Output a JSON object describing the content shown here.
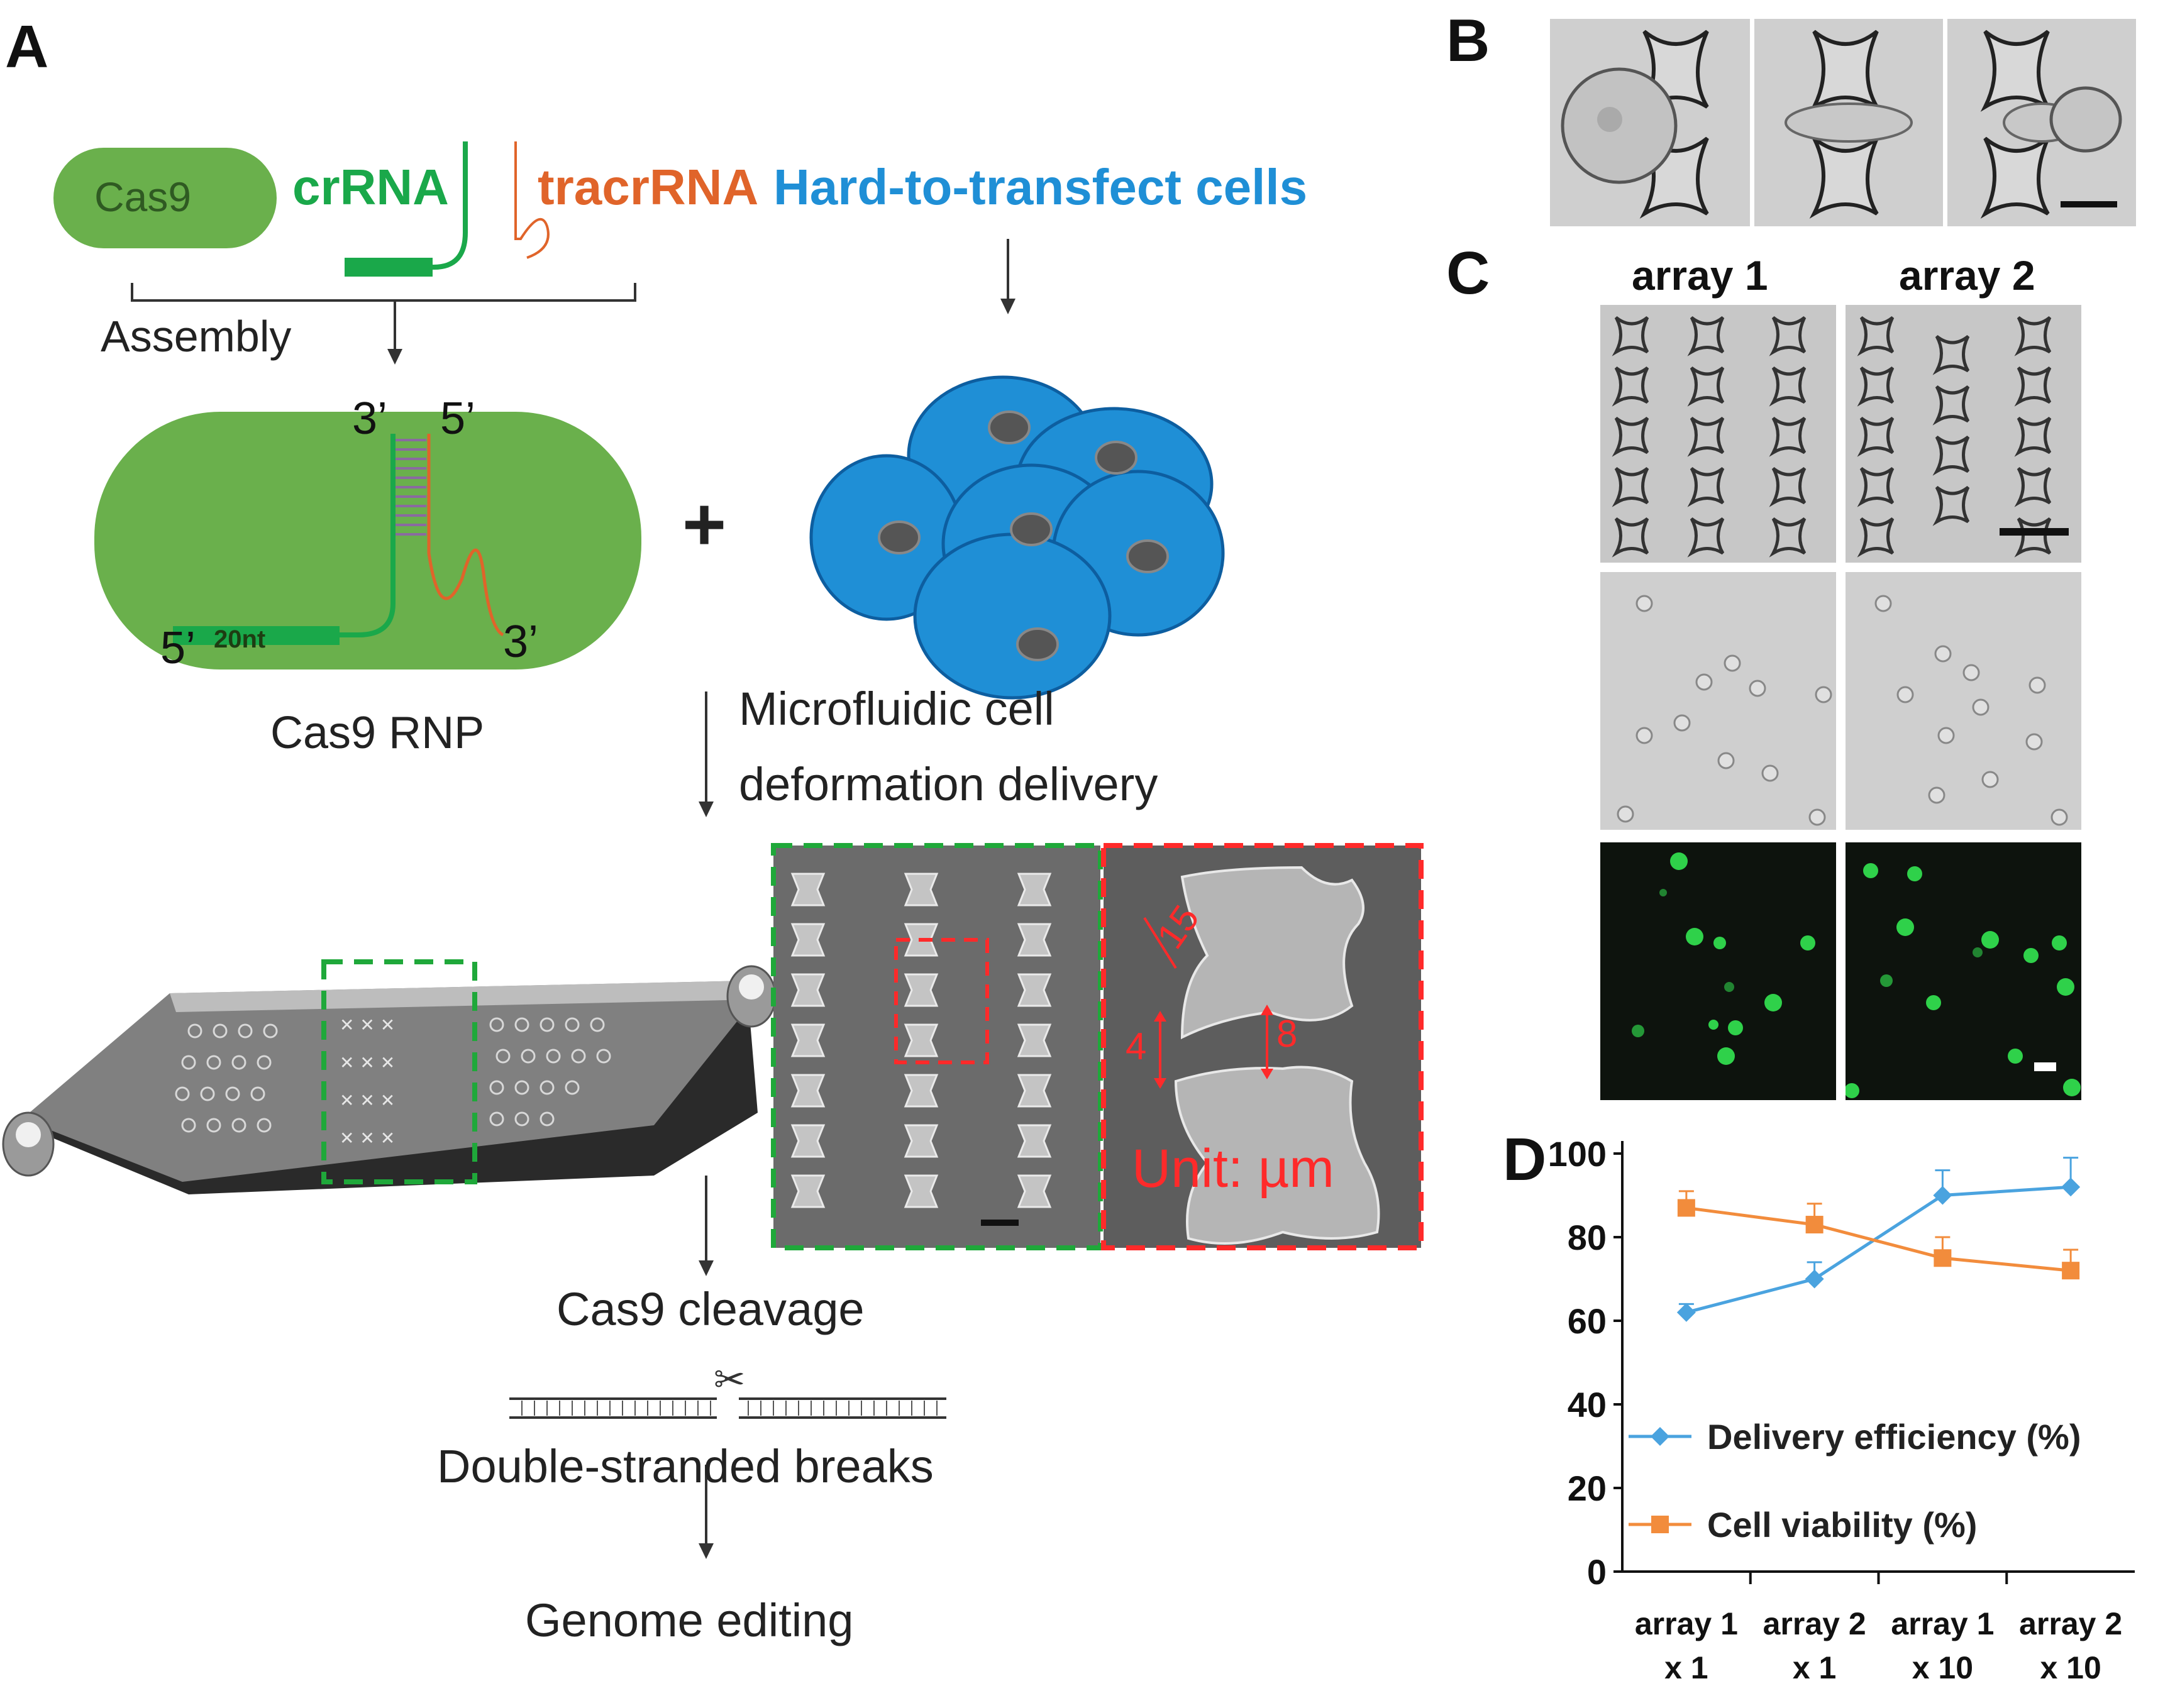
{
  "panels": {
    "A": "A",
    "B": "B",
    "C": "C",
    "D": "D"
  },
  "panel_a": {
    "cas9": "Cas9",
    "crrna": "crRNA",
    "tracrrna": "tracrRNA",
    "cells_title": "Hard-to-transfect cells",
    "assembly": "Assembly",
    "prime_3_top": "3’",
    "prime_5_top": "5’",
    "prime_5_bottom": "5’",
    "prime_3_bottom": "3’",
    "nt": "20nt",
    "rnp": "Cas9 RNP",
    "plus": "+",
    "delivery_line1": "Microfluidic cell",
    "delivery_line2": "deformation delivery",
    "dim_15": "15",
    "dim_4": "4",
    "dim_8": "8",
    "unit": "Unit: µm",
    "cleavage": "Cas9 cleavage",
    "breaks": "Double-stranded breaks",
    "editing": "Genome editing"
  },
  "panel_c": {
    "array1": "array 1",
    "array2": "array 2"
  },
  "colors": {
    "cas9_green": "#6ab04c",
    "crrna_green": "#1aa84a",
    "tracr_orange": "#e0642a",
    "cells_blue": "#1f8fd6",
    "red_dash": "#ff2a2a",
    "green_dash": "#1fa83a",
    "efficiency_blue": "#4aa3df",
    "viability_orange": "#f28c3c"
  },
  "chart_data": {
    "type": "line",
    "categories": [
      [
        "array 1",
        "x 1"
      ],
      [
        "array 2",
        "x 1"
      ],
      [
        "array 1",
        "x 10"
      ],
      [
        "array 2",
        "x 10"
      ]
    ],
    "ylim": [
      0,
      100
    ],
    "yticks": [
      "0",
      "20",
      "40",
      "60",
      "80",
      "100"
    ],
    "series": [
      {
        "name": "Delivery efficiency (%)",
        "color": "#4aa3df",
        "marker": "diamond",
        "values": [
          62,
          70,
          90,
          92
        ],
        "errors": [
          2,
          4,
          6,
          7
        ]
      },
      {
        "name": "Cell viability (%)",
        "color": "#f28c3c",
        "marker": "square",
        "values": [
          87,
          83,
          75,
          72
        ],
        "errors": [
          4,
          5,
          5,
          5
        ]
      }
    ],
    "legend_position": "lower-left"
  }
}
